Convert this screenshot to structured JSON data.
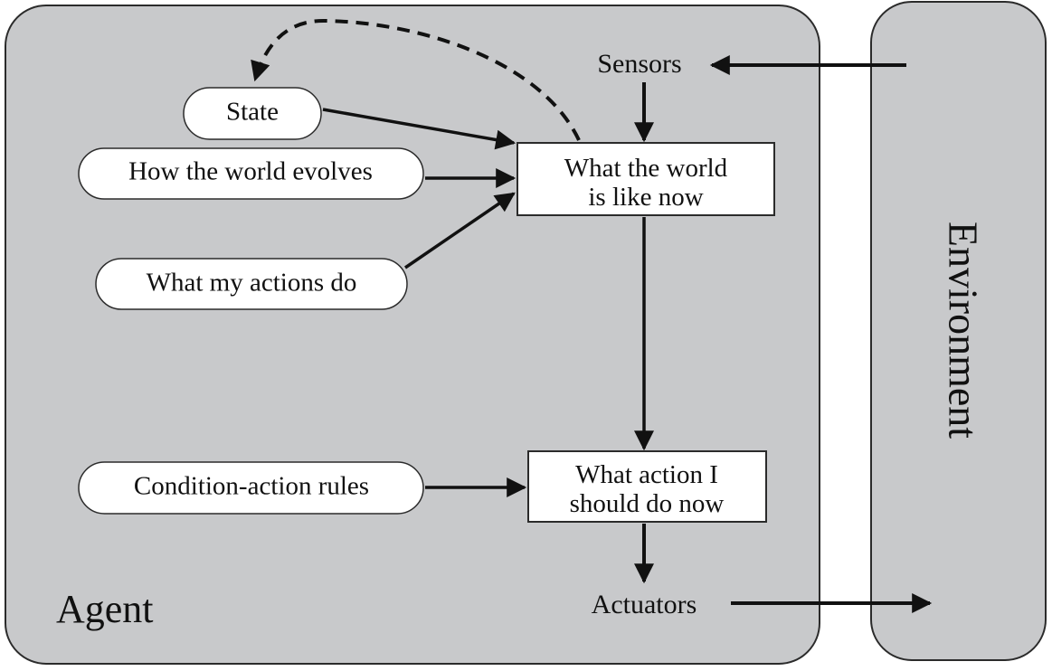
{
  "colors": {
    "panel_fill": "#c8c9cb",
    "panel_stroke": "#2b2b2b",
    "box_fill": "#ffffff",
    "ink": "#111111"
  },
  "agent": {
    "label": "Agent"
  },
  "environment": {
    "label": "Environment"
  },
  "io": {
    "sensors": "Sensors",
    "actuators": "Actuators"
  },
  "ovals": {
    "state": "State",
    "world_evolves": "How the world evolves",
    "actions_do": "What my actions do",
    "rules": "Condition-action rules"
  },
  "boxes": {
    "world_now": {
      "line1": "What the world",
      "line2": "is like now"
    },
    "action_now": {
      "line1": "What action I",
      "line2": "should do now"
    }
  }
}
